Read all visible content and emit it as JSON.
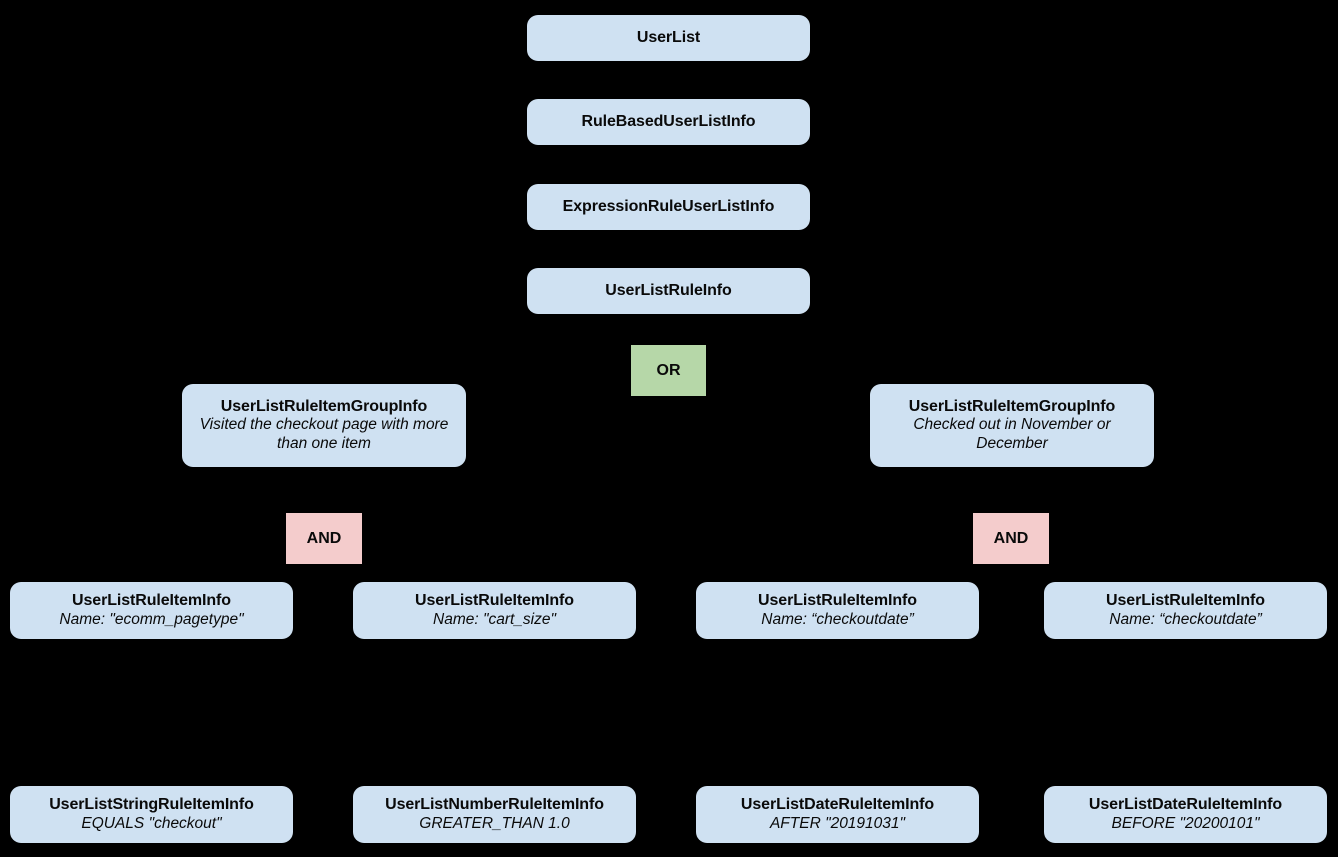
{
  "diagram": {
    "kind": "hierarchy-tree",
    "background_color": "#000000",
    "palette": {
      "entity_fill": "#cfe1f2",
      "or_fill": "#b6d7a8",
      "and_fill": "#f4cccc",
      "text": "#0a0a0a"
    }
  },
  "spine": [
    {
      "title": "UserList"
    },
    {
      "title": "RuleBasedUserListInfo"
    },
    {
      "title": "ExpressionRuleUserListInfo"
    },
    {
      "title": "UserListRuleInfo"
    }
  ],
  "operators": {
    "or": "OR",
    "and_left": "AND",
    "and_right": "AND"
  },
  "groups": [
    {
      "title": "UserListRuleItemGroupInfo",
      "subtitle": "Visited the checkout page with more than one item"
    },
    {
      "title": "UserListRuleItemGroupInfo",
      "subtitle": "Checked out in November or December"
    }
  ],
  "rule_items": [
    {
      "title": "UserListRuleItemInfo",
      "subtitle": "Name: \"ecomm_pagetype\""
    },
    {
      "title": "UserListRuleItemInfo",
      "subtitle": "Name: \"cart_size\""
    },
    {
      "title": "UserListRuleItemInfo",
      "subtitle": "Name: “checkoutdate”"
    },
    {
      "title": "UserListRuleItemInfo",
      "subtitle": "Name: “checkoutdate”"
    }
  ],
  "leaf_items": [
    {
      "title": "UserListStringRuleItemInfo",
      "subtitle": "EQUALS \"checkout\""
    },
    {
      "title": "UserListNumberRuleItemInfo",
      "subtitle": "GREATER_THAN 1.0"
    },
    {
      "title": "UserListDateRuleItemInfo",
      "subtitle": "AFTER \"20191031\""
    },
    {
      "title": "UserListDateRuleItemInfo",
      "subtitle": "BEFORE \"20200101\""
    }
  ]
}
